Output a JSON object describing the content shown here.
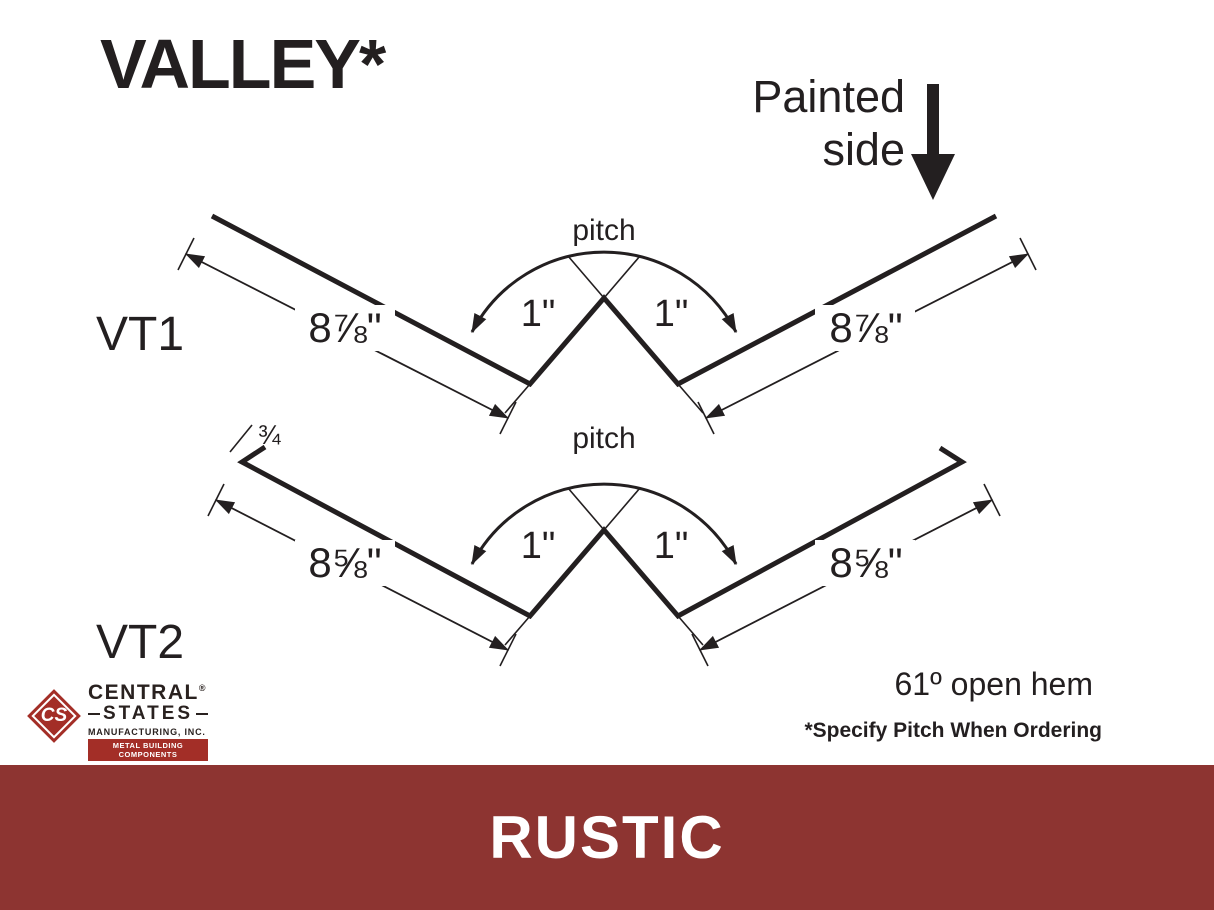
{
  "title": "VALLEY*",
  "painted_side": {
    "line1": "Painted",
    "line2": "side"
  },
  "diagram": {
    "vt1": {
      "label": "VT1",
      "left_dim": "8⅞\"",
      "right_dim": "8⅞\"",
      "left_inner": "1\"",
      "right_inner": "1\"",
      "pitch": "pitch"
    },
    "vt2": {
      "label": "VT2",
      "left_dim": "8⅝\"",
      "right_dim": "8⅝\"",
      "left_inner": "1\"",
      "right_inner": "1\"",
      "pitch": "pitch",
      "hem": "¾"
    }
  },
  "notes": {
    "hem_note": "61º open hem",
    "order_note": "*Specify Pitch When Ordering"
  },
  "logo": {
    "monogram": "CS",
    "name_line1": "CENTRAL",
    "registered": "®",
    "name_line2": "STATES",
    "name_line3": "MANUFACTURING, INC.",
    "tagline": "METAL BUILDING COMPONENTS"
  },
  "banner": {
    "label": "RUSTIC"
  },
  "colors": {
    "ink": "#231f20",
    "banner_red": "#8d3431",
    "logo_red": "#a32e27"
  }
}
